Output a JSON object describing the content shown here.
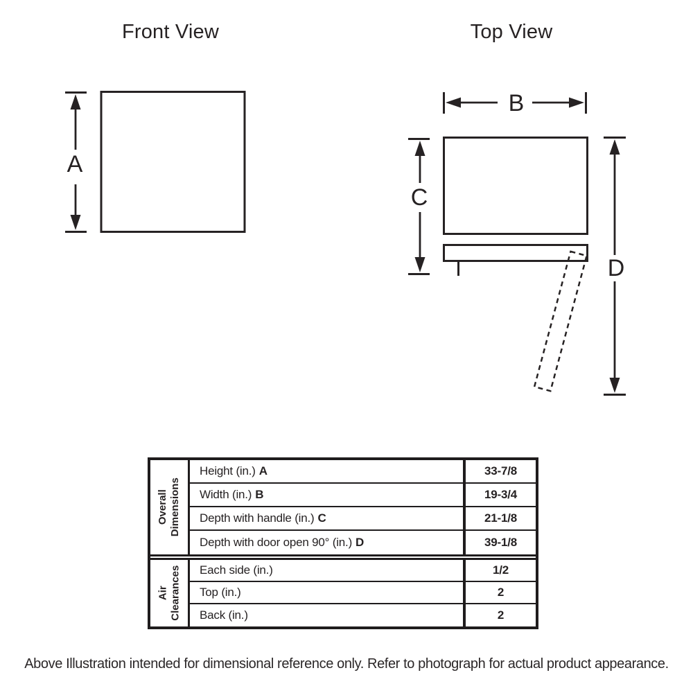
{
  "titles": {
    "front": "Front View",
    "top": "Top View"
  },
  "dim_labels": {
    "a": "A",
    "b": "B",
    "c": "C",
    "d": "D"
  },
  "colors": {
    "ink": "#262223",
    "background": "#ffffff"
  },
  "table": {
    "sections": [
      {
        "title_lines": [
          "Overall",
          "Dimensions"
        ],
        "rows": [
          {
            "label": "Height (in.)",
            "key": "A",
            "value": "33-7/8"
          },
          {
            "label": "Width (in.)",
            "key": "B",
            "value": "19-3/4"
          },
          {
            "label": "Depth with handle (in.)",
            "key": "C",
            "value": "21-1/8"
          },
          {
            "label": "Depth with door open 90° (in.)",
            "key": "D",
            "value": "39-1/8"
          }
        ]
      },
      {
        "title_lines": [
          "Air",
          "Clearances"
        ],
        "rows": [
          {
            "label": "Each side (in.)",
            "key": "",
            "value": "1/2"
          },
          {
            "label": "Top (in.)",
            "key": "",
            "value": "2"
          },
          {
            "label": "Back (in.)",
            "key": "",
            "value": "2"
          }
        ]
      }
    ]
  },
  "footer": {
    "note": "Above Illustration intended for dimensional reference only. Refer to photograph for actual product appearance."
  }
}
